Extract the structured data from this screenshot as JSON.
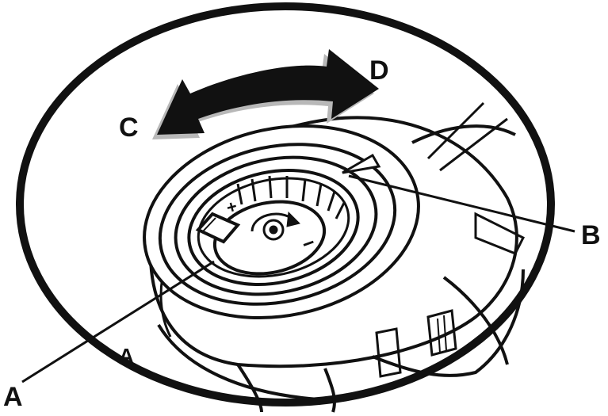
{
  "labels": {
    "a": "A",
    "b": "B",
    "c": "C",
    "d": "D"
  },
  "dial_marks": {
    "plus": "+",
    "minus": "−"
  },
  "colors": {
    "ink": "#111111",
    "shadow": "#b8b8b8",
    "background": "#ffffff"
  }
}
